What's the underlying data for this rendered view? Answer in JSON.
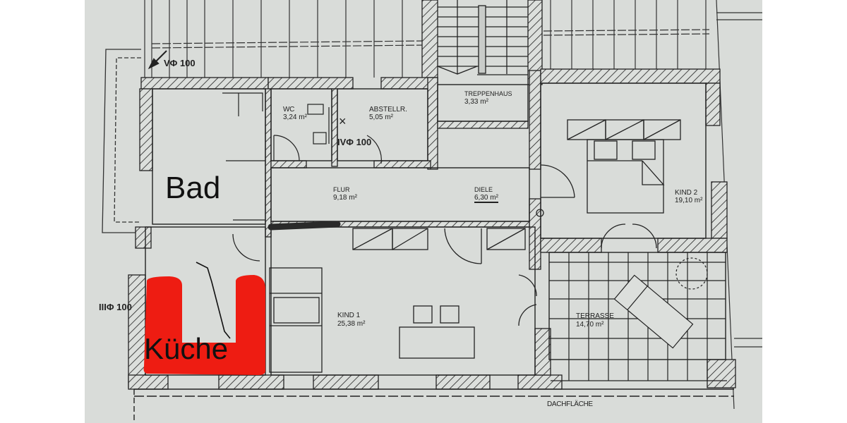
{
  "plan": {
    "type": "floor-plan-photo",
    "rooms": [
      {
        "id": "wc",
        "name": "WC",
        "area": "3,24 m²"
      },
      {
        "id": "abstellr",
        "name": "ABSTELLR.",
        "area": "5,05 m²"
      },
      {
        "id": "treppenhaus",
        "name": "TREPPENHAUS",
        "area": "3,33 m²"
      },
      {
        "id": "flur",
        "name": "FLUR",
        "area": "9,18 m²"
      },
      {
        "id": "diele",
        "name": "DIELE",
        "area": "6,30 m²"
      },
      {
        "id": "kind2",
        "name": "KIND 2",
        "area": "19,10 m²"
      },
      {
        "id": "kind1",
        "name": "KIND 1",
        "area": "25,38 m²"
      },
      {
        "id": "terrasse",
        "name": "TERRASSE",
        "area": "14,70 m²"
      }
    ],
    "pipes": [
      {
        "id": "v",
        "label": "VΦ 100"
      },
      {
        "id": "iv",
        "label": "IVΦ 100"
      },
      {
        "id": "iii",
        "label": "IIIΦ 100"
      }
    ],
    "roof_label": "DACHFLÄCHE",
    "annotations": {
      "bad": "Bad",
      "kueche": "Küche",
      "marker": "×"
    },
    "colors": {
      "paper": "#d9dcd9",
      "ink": "#222222",
      "highlight_red": "#ee1c12",
      "marker_pink": "#e8559a"
    }
  }
}
